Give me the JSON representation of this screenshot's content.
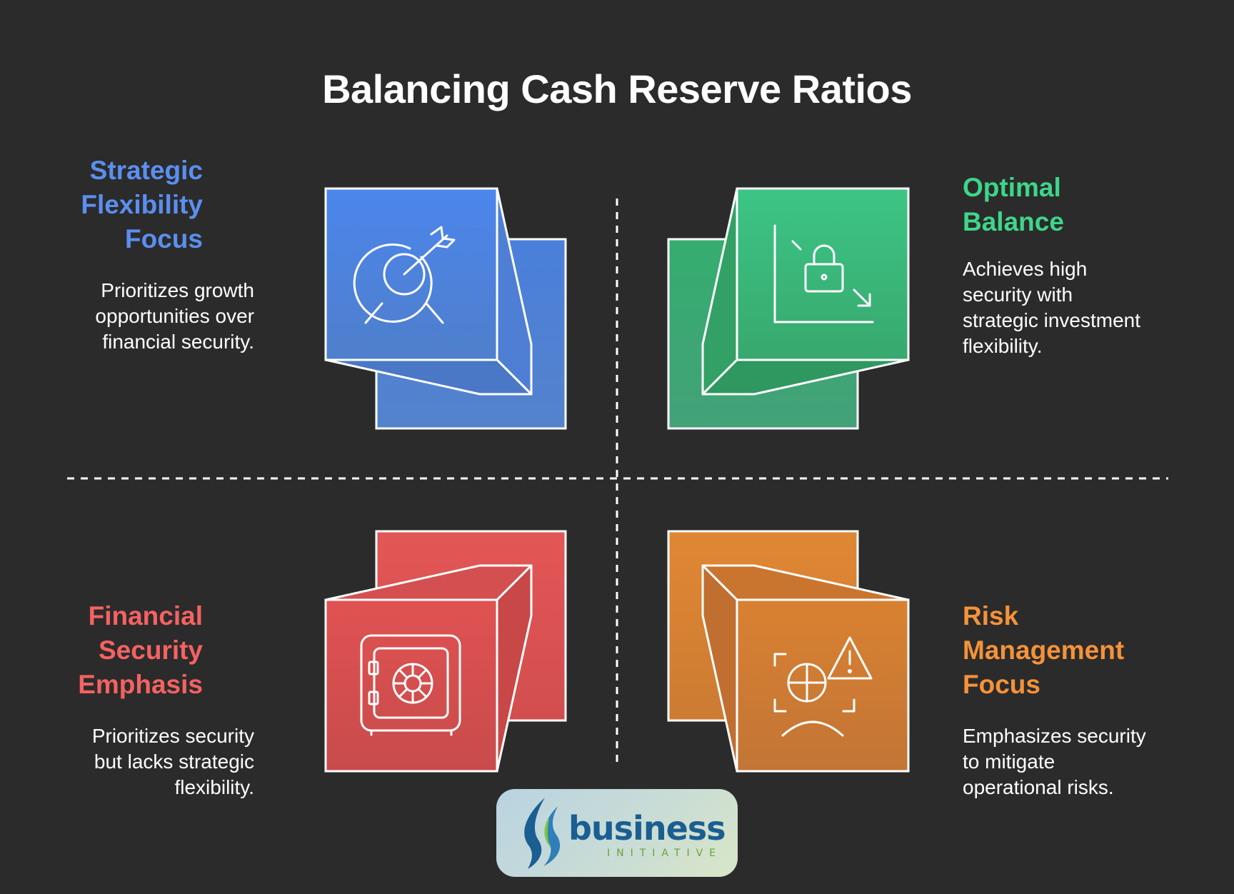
{
  "title": "Balancing Cash Reserve Ratios",
  "quadrants": {
    "top_left": {
      "heading": [
        "Strategic",
        "Flexibility",
        "Focus"
      ],
      "description": [
        "Prioritizes growth",
        "opportunities over",
        "financial security."
      ],
      "color": "#5b8ff0",
      "icon": "target-arrow-icon"
    },
    "top_right": {
      "heading": [
        "Optimal",
        "Balance"
      ],
      "description": [
        "Achieves high",
        "security with",
        "strategic investment",
        "flexibility."
      ],
      "color": "#3ed68a",
      "icon": "lock-chart-icon"
    },
    "bottom_left": {
      "heading": [
        "Financial",
        "Security",
        "Emphasis"
      ],
      "description": [
        "Prioritizes security",
        "but lacks strategic",
        "flexibility."
      ],
      "color": "#f56262",
      "icon": "safe-icon"
    },
    "bottom_right": {
      "heading": [
        "Risk",
        "Management",
        "Focus"
      ],
      "description": [
        "Emphasizes security",
        "to mitigate",
        "operational risks."
      ],
      "color": "#f5923a",
      "icon": "risk-warning-icon"
    }
  },
  "logo": {
    "word": "business",
    "sub": "INITIATIVE"
  }
}
